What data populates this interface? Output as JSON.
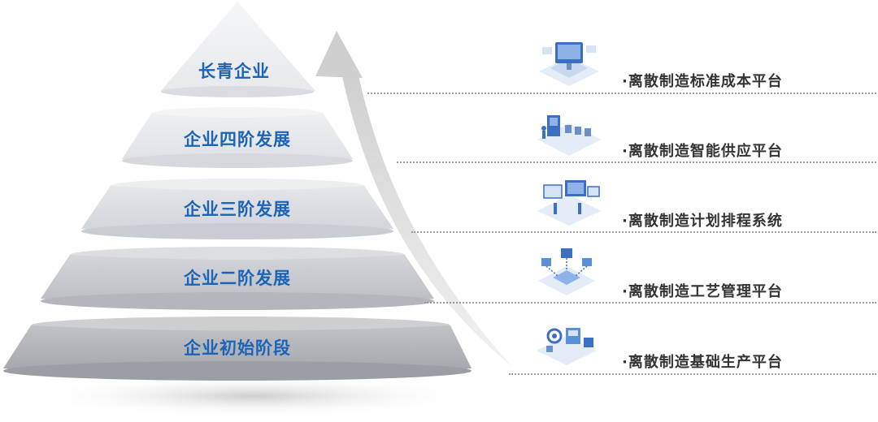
{
  "pyramid": {
    "levels": [
      {
        "label": "长青企业"
      },
      {
        "label": "企业四阶发展"
      },
      {
        "label": "企业三阶发展"
      },
      {
        "label": "企业二阶发展"
      },
      {
        "label": "企业初始阶段"
      }
    ]
  },
  "platforms": [
    {
      "label": "·离散制造标准成本平台",
      "icon": "monitor-dashboard-icon"
    },
    {
      "label": "·离散制造智能供应平台",
      "icon": "warehouse-shelves-icon"
    },
    {
      "label": "·离散制造计划排程系统",
      "icon": "schedule-boards-icon"
    },
    {
      "label": "·离散制造工艺管理平台",
      "icon": "process-network-icon"
    },
    {
      "label": "·离散制造基础生产平台",
      "icon": "production-machines-icon"
    }
  ],
  "colors": {
    "label_blue": "#1b64b7",
    "arrow": "#d9d9d9",
    "rule": "#9a9a9a",
    "icon_blue": "#5b8fd6"
  }
}
